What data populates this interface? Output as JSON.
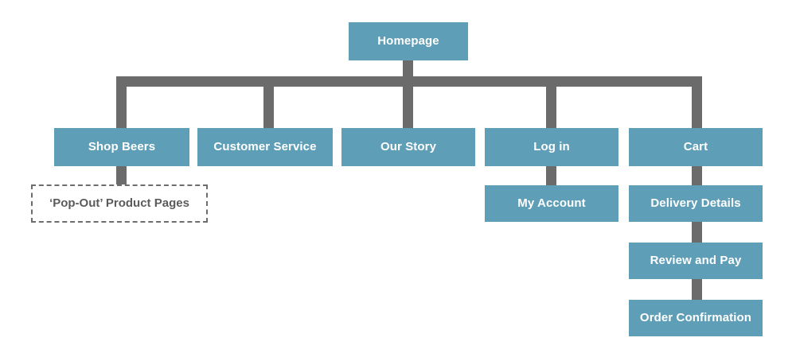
{
  "diagram": {
    "title": "Website Sitemap",
    "colors": {
      "node_fill": "#5f9eb7",
      "node_text": "#ffffff",
      "connector": "#6b6b6b",
      "dashed_border": "#6d6d6d",
      "dashed_text": "#5b5b5b",
      "background": "#ffffff"
    },
    "levels": {
      "root": "Homepage",
      "primary": [
        "Shop Beers",
        "Customer Service",
        "Our Story",
        "Log in",
        "Cart"
      ],
      "secondary": [
        "'Pop-Out' Product Pages",
        "My Account",
        "Delivery Details"
      ],
      "tertiary": [
        "Review and Pay",
        "Order Confirmation"
      ]
    },
    "nodes": {
      "homepage": {
        "label": "Homepage",
        "type": "solid"
      },
      "shop_beers": {
        "label": "Shop Beers",
        "type": "solid"
      },
      "customer_service": {
        "label": "Customer Service",
        "type": "solid"
      },
      "our_story": {
        "label": "Our Story",
        "type": "solid"
      },
      "log_in": {
        "label": "Log in",
        "type": "solid"
      },
      "cart": {
        "label": "Cart",
        "type": "solid"
      },
      "pop_out_product_pages": {
        "label": "‘Pop-Out’ Product Pages",
        "type": "dashed"
      },
      "my_account": {
        "label": "My Account",
        "type": "solid"
      },
      "delivery_details": {
        "label": "Delivery Details",
        "type": "solid"
      },
      "review_and_pay": {
        "label": "Review and Pay",
        "type": "solid"
      },
      "order_confirmation": {
        "label": "Order Confirmation",
        "type": "solid"
      }
    },
    "edges": [
      {
        "from": "homepage",
        "to": "shop_beers"
      },
      {
        "from": "homepage",
        "to": "customer_service"
      },
      {
        "from": "homepage",
        "to": "our_story"
      },
      {
        "from": "homepage",
        "to": "log_in"
      },
      {
        "from": "homepage",
        "to": "cart"
      },
      {
        "from": "shop_beers",
        "to": "pop_out_product_pages"
      },
      {
        "from": "log_in",
        "to": "my_account"
      },
      {
        "from": "cart",
        "to": "delivery_details"
      },
      {
        "from": "delivery_details",
        "to": "review_and_pay"
      },
      {
        "from": "review_and_pay",
        "to": "order_confirmation"
      }
    ]
  }
}
